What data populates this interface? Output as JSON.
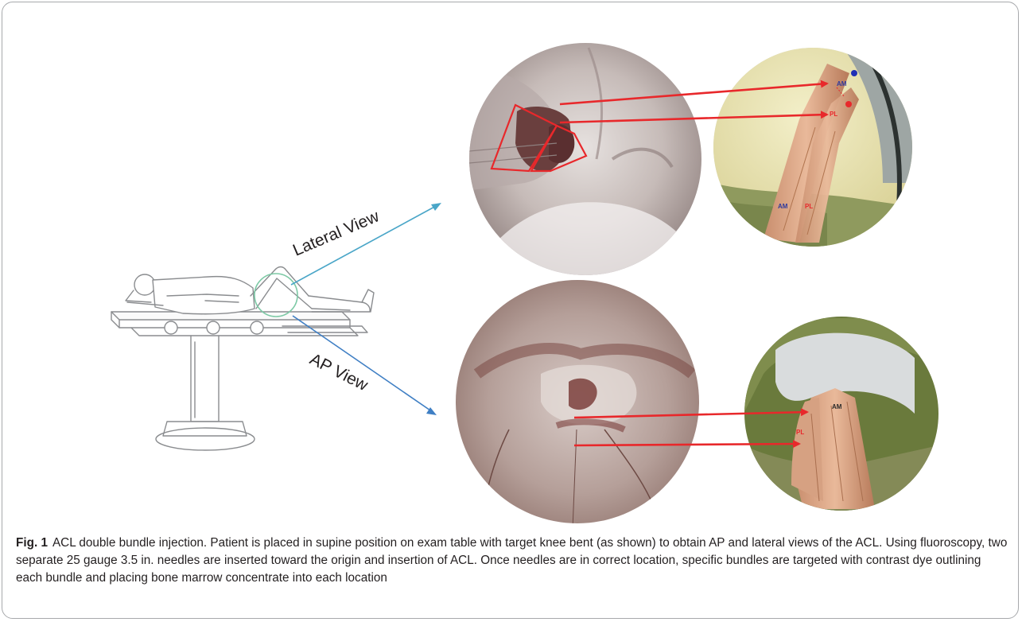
{
  "figure": {
    "view_labels": {
      "lateral": "Lateral View",
      "ap": "AP View"
    },
    "bundle_labels": {
      "am_top": "AM",
      "pl_top": "PL",
      "am_lower": "AM",
      "pl_lower": "PL",
      "am_ap": "AM",
      "pl_ap": "PL"
    },
    "colors": {
      "arrow_red": "#e8282b",
      "lateral_arrow": "#4aa6c8",
      "ap_arrow": "#3f7fc4",
      "knee_circle": "#7cc9a5",
      "frame_border": "#a7a9ac"
    }
  },
  "caption": {
    "label": "Fig. 1",
    "text": "ACL double bundle injection. Patient is placed in supine position on exam table with target knee bent (as shown) to obtain AP and lateral views of the ACL. Using fluoroscopy, two separate 25 gauge 3.5 in. needles are inserted toward the origin and insertion of ACL. Once needles are in correct location, specific bundles are targeted with contrast dye outlining each bundle and placing bone marrow concentrate into each location"
  }
}
